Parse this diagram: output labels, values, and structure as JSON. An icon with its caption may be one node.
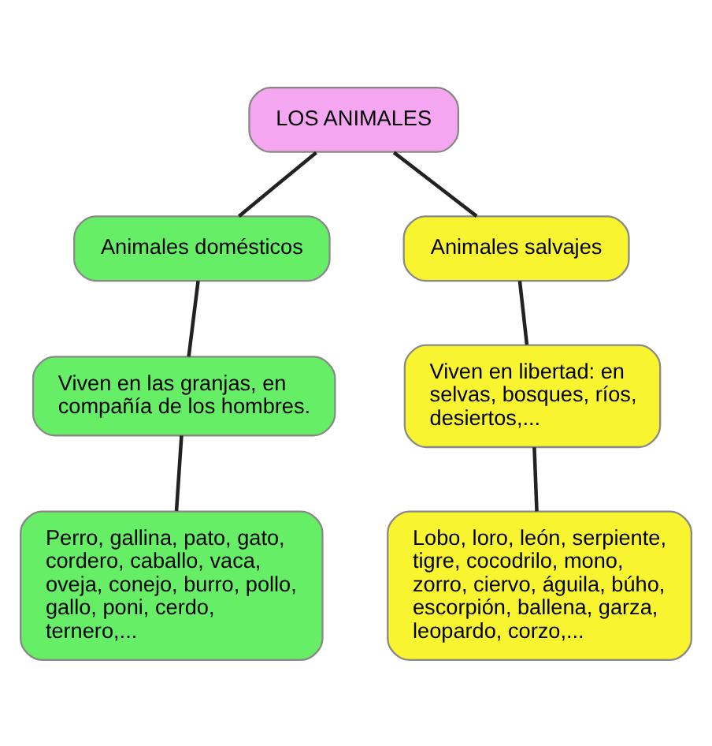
{
  "diagram": {
    "nodes": [
      {
        "text": [
          "LOS ANIMALES"
        ]
      },
      {
        "text": [
          "Animales domésticos"
        ]
      },
      {
        "text": [
          "Animales salvajes"
        ]
      },
      {
        "text": [
          "Viven en las granjas, en compañía de los hombres."
        ]
      },
      {
        "text": [
          "Viven en libertad: en selvas, bosques, ríos, desiertos,..."
        ]
      },
      {
        "text": [
          "Perro, gallina, pato, gato, cordero, caballo, vaca, oveja, conejo, burro, pollo, gallo, poni, cerdo, ternero,..."
        ]
      },
      {
        "text": [
          "Lobo, loro, león, serpiente, tigre, cocodrilo, mono, zorro, ciervo, águila, búho, escorpión, ballena, garza, leopardo, corzo,..."
        ]
      }
    ],
    "edges": [
      {
        "from": 0,
        "to": 1,
        "arrow": "none"
      },
      {
        "from": 0,
        "to": 2,
        "arrow": "none"
      },
      {
        "from": 1,
        "to": 3,
        "arrow": "none"
      },
      {
        "from": 2,
        "to": 4,
        "arrow": "none"
      },
      {
        "from": 3,
        "to": 5,
        "arrow": "none"
      },
      {
        "from": 4,
        "to": 6,
        "arrow": "none"
      }
    ]
  }
}
